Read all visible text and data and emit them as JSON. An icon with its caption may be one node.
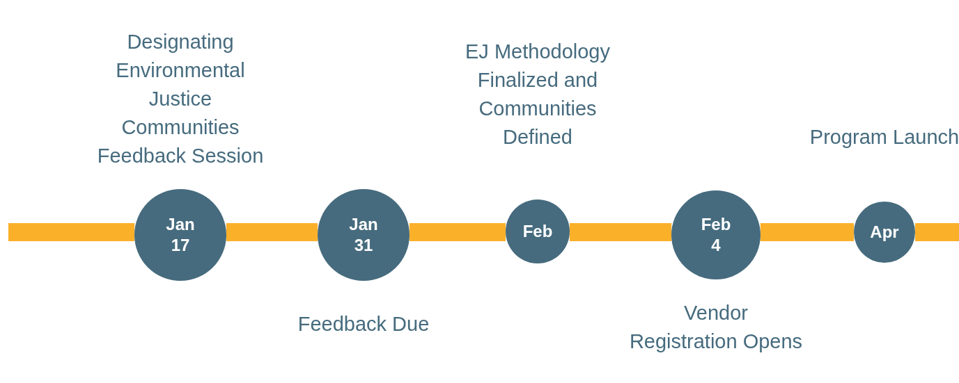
{
  "diagram": {
    "nodes": [
      {
        "text": [
          "Jan 17"
        ],
        "beside": [
          "Designating Environmental Justice Communities Feedback Session"
        ]
      },
      {
        "text": [
          "Jan 31"
        ],
        "beside": [
          "Feedback Due"
        ]
      },
      {
        "text": [
          "Feb"
        ],
        "beside": [
          "EJ Methodology Finalized and Communities Defined"
        ]
      },
      {
        "text": [
          "Feb 4"
        ],
        "beside": [
          "Vendor Registration Opens"
        ]
      },
      {
        "text": [
          "Apr"
        ],
        "beside": [
          "Program Launch"
        ]
      }
    ],
    "edges": [
      {
        "from": 0,
        "to": 1,
        "arrow": "none"
      },
      {
        "from": 1,
        "to": 2,
        "arrow": "none"
      },
      {
        "from": 2,
        "to": 3,
        "arrow": "none"
      },
      {
        "from": 3,
        "to": 4,
        "arrow": "none"
      }
    ]
  }
}
